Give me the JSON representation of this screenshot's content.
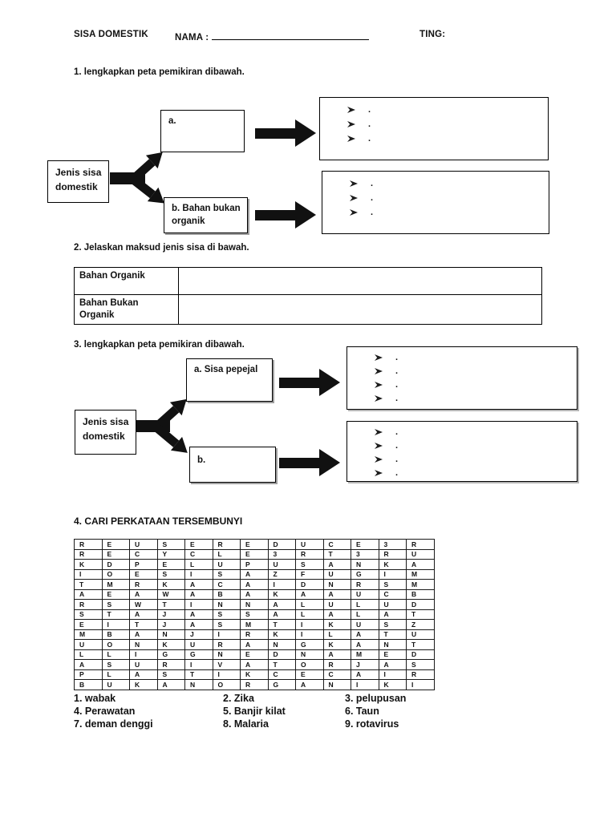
{
  "header": {
    "title": "SISA DOMESTIK",
    "nama_label": "NAMA :",
    "ting_label": "TING:"
  },
  "icons": {
    "answer_bullet": "arrowhead-right-outline",
    "connector": "thick-right-arrow"
  },
  "colors": {
    "ink": "#111111",
    "page_background": "#ffffff"
  },
  "q1": {
    "heading": "1. lengkapkan peta pemikiran dibawah.",
    "root_line1": "Jenis sisa",
    "root_line2": "domestik",
    "branch_a_label": "a.",
    "branch_b_label": "b. Bahan bukan organik",
    "answer_bullets_top": [
      ".",
      ".",
      "."
    ],
    "answer_bullets_bottom": [
      ".",
      ".",
      "."
    ]
  },
  "q2": {
    "heading": "2. Jelaskan maksud jenis sisa di bawah.",
    "rows": [
      {
        "label": "Bahan Organik",
        "value": ""
      },
      {
        "label": "Bahan Bukan Organik",
        "value": ""
      }
    ]
  },
  "q3": {
    "heading": "3. lengkapkan peta pemikiran dibawah.",
    "root_line1": "Jenis sisa",
    "root_line2": "domestik",
    "branch_a_label": "a. Sisa pepejal",
    "branch_b_label": "b.",
    "answer_bullets_top": [
      ".",
      ".",
      ".",
      "."
    ],
    "answer_bullets_bottom": [
      ".",
      ".",
      ".",
      "."
    ]
  },
  "q4": {
    "heading": "4. CARI PERKATAAN TERSEMBUNYI",
    "grid": [
      "REUSEREDUCE3R",
      "RECYCLE3RT3RU",
      "KDPELUPUSANKA",
      "IOESISAZFUGIM",
      "TMRKACAIDNRSM",
      "AEAWABAKAAUCB",
      "RSWTINNALULUD",
      "STAJASSALALAT",
      "EITJASMTIKUSZ",
      "MBANJIRKILATU",
      "UONKURANGKANT",
      "LLIGGNEDNAMED",
      "ASURIVATORJAS",
      "PLASTIKCECAIR",
      "BUKANORGANIKI"
    ],
    "word_list": [
      [
        "1. wabak",
        "2. Zika",
        "3. pelupusan"
      ],
      [
        "4. Perawatan",
        "5. Banjir kilat",
        "6. Taun"
      ],
      [
        "7. deman denggi",
        "8. Malaria",
        "9. rotavirus"
      ]
    ]
  }
}
